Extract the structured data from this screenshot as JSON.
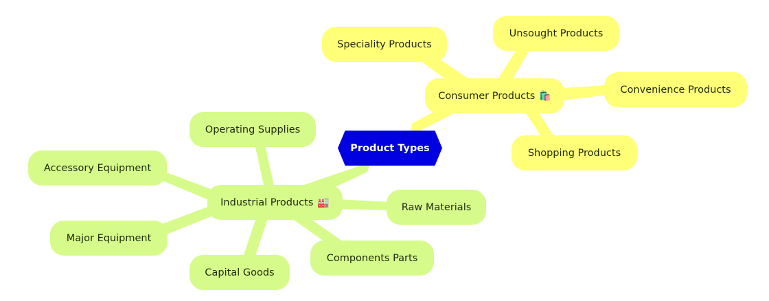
{
  "diagram": {
    "type": "mindmap",
    "colors": {
      "root_fill": "#0000e0",
      "root_text": "#ffffff",
      "consumer_fill": "#ffff78",
      "industrial_fill": "#d6fb8a",
      "node_text": "#1f2a10",
      "background": "#ffffff"
    },
    "root": {
      "label": "Product Types"
    },
    "branches": [
      {
        "label": "Consumer Products",
        "emoji": "🛍️",
        "children": [
          {
            "label": "Speciality Products"
          },
          {
            "label": "Unsought Products"
          },
          {
            "label": "Convenience Products"
          },
          {
            "label": "Shopping Products"
          }
        ]
      },
      {
        "label": "Industrial Products",
        "emoji": "🏭",
        "children": [
          {
            "label": "Operating Supplies"
          },
          {
            "label": "Accessory Equipment"
          },
          {
            "label": "Major Equipment"
          },
          {
            "label": "Capital Goods"
          },
          {
            "label": "Components Parts"
          },
          {
            "label": "Raw Materials"
          }
        ]
      }
    ]
  }
}
